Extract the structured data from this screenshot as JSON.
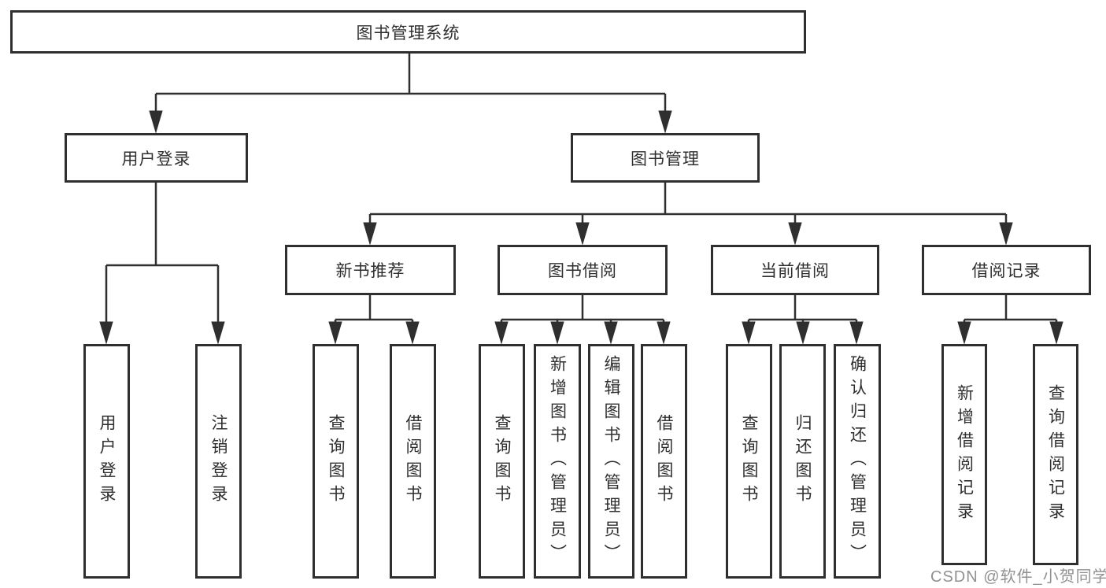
{
  "tree": {
    "label": "图书管理系统",
    "children": [
      {
        "label": "用户登录",
        "children": [
          {
            "label": "用户登录"
          },
          {
            "label": "注销登录"
          }
        ]
      },
      {
        "label": "图书管理",
        "children": [
          {
            "label": "新书推荐",
            "children": [
              {
                "label": "查询图书"
              },
              {
                "label": "借阅图书"
              }
            ]
          },
          {
            "label": "图书借阅",
            "children": [
              {
                "label": "查询图书"
              },
              {
                "label": "新增图书（管理员）"
              },
              {
                "label": "编辑图书（管理员）"
              },
              {
                "label": "借阅图书"
              }
            ]
          },
          {
            "label": "当前借阅",
            "children": [
              {
                "label": "查询图书"
              },
              {
                "label": "归还图书"
              },
              {
                "label": "确认归还（管理员）"
              }
            ]
          },
          {
            "label": "借阅记录",
            "children": [
              {
                "label": "新增借阅记录"
              },
              {
                "label": "查询借阅记录"
              }
            ]
          }
        ]
      }
    ]
  },
  "watermark": {
    "text": "CSDN @软件_小贺同学"
  },
  "colors": {
    "line": "#2f2f2f",
    "box_border": "#2f2f2f",
    "box_fill": "#ffffff",
    "text": "#2f2f2f",
    "watermark": "#919191",
    "background": "#ffffff"
  }
}
